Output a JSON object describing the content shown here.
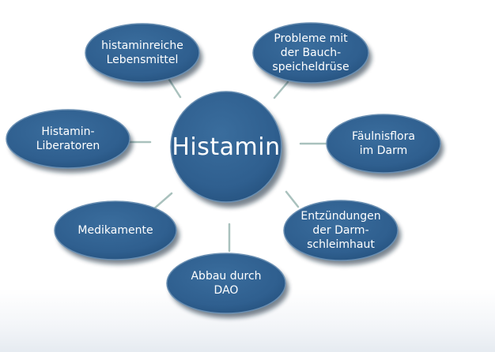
{
  "center": {
    "label": "Histamin"
  },
  "nodes": [
    {
      "id": "histaminreiche-lebensmittel",
      "label": "histaminreiche\nLebensmittel"
    },
    {
      "id": "probleme-bauchspeicheldruese",
      "label": "Probleme mit\nder Bauch-\nspeicheldrüse"
    },
    {
      "id": "histamin-liberatoren",
      "label": "Histamin-\nLiberatoren"
    },
    {
      "id": "faeulnisflora",
      "label": "Fäulnisflora\nim Darm"
    },
    {
      "id": "medikamente",
      "label": "Medikamente"
    },
    {
      "id": "entzuendungen",
      "label": "Entzündungen\nder Darm-\nschleimhaut"
    },
    {
      "id": "abbau-dao",
      "label": "Abbau durch\nDAO"
    }
  ],
  "colors": {
    "fill": "#2f5f8f",
    "fill_dark": "#1e4a74",
    "stroke": "#6a8fb2",
    "connector": "#a9c1bd",
    "shadow": "#0d2236"
  }
}
